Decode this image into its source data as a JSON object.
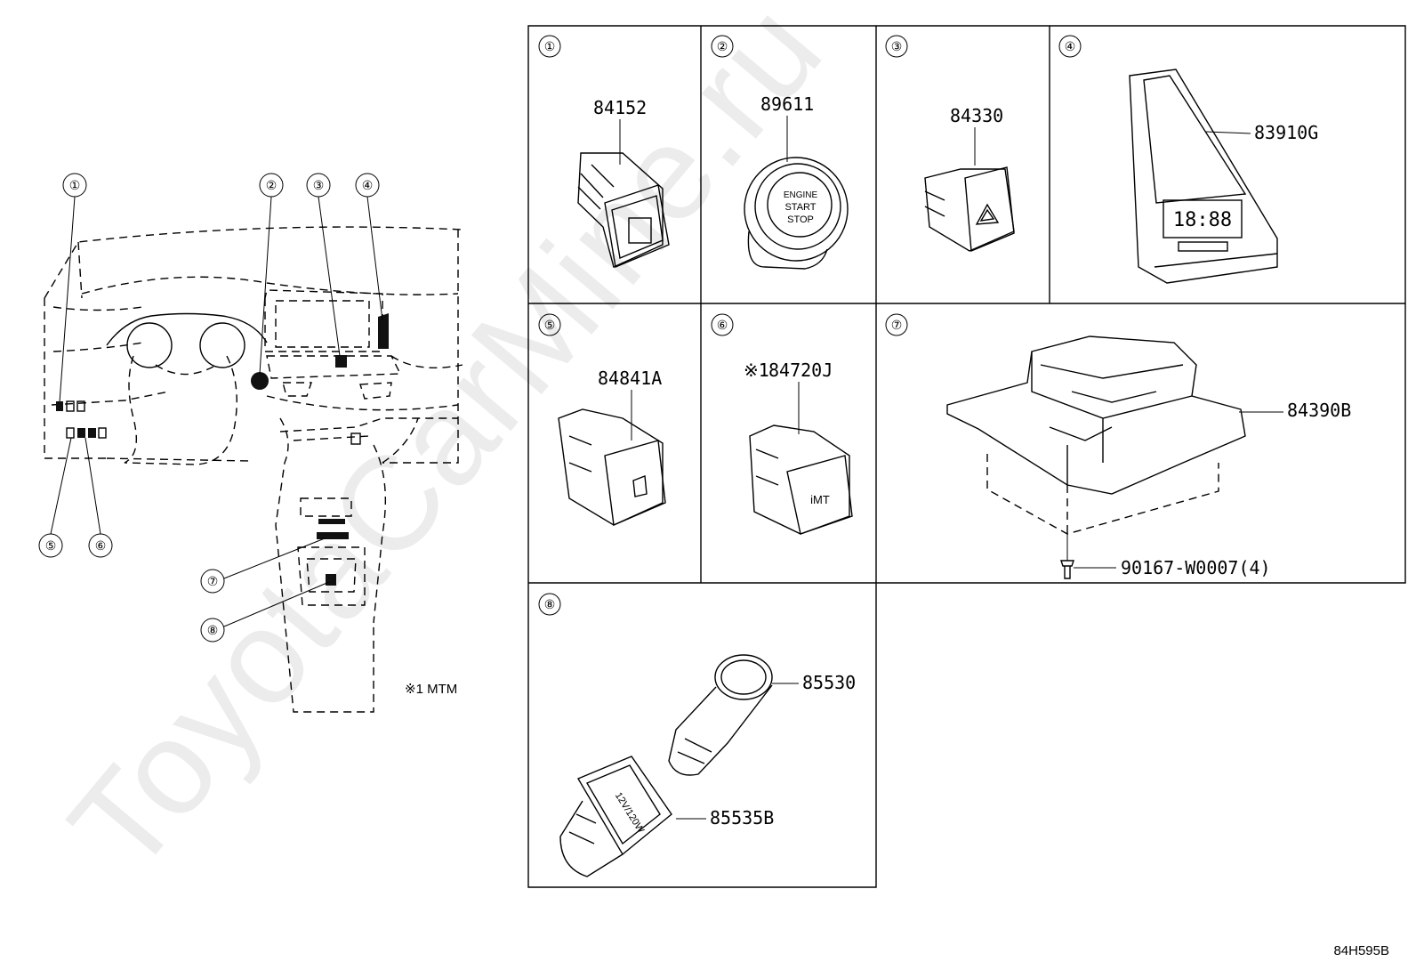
{
  "watermark": "ToyotaCarMine.ru",
  "left_callouts": [
    "①",
    "②",
    "③",
    "④",
    "⑤",
    "⑥",
    "⑦",
    "⑧"
  ],
  "note": "※1 MTM",
  "diagram_code": "84H595B",
  "panels": [
    {
      "num": "①",
      "parts": [
        "84152"
      ]
    },
    {
      "num": "②",
      "parts": [
        "89611"
      ]
    },
    {
      "num": "③",
      "parts": [
        "84330"
      ]
    },
    {
      "num": "④",
      "parts": [
        "83910G"
      ]
    },
    {
      "num": "⑤",
      "parts": [
        "84841A"
      ]
    },
    {
      "num": "⑥",
      "prefix": "※1",
      "parts": [
        "84720J"
      ]
    },
    {
      "num": "⑦",
      "parts": [
        "84390B",
        "90167-W0007(4)"
      ]
    },
    {
      "num": "⑧",
      "parts": [
        "85530",
        "85535B"
      ]
    }
  ],
  "button_texts": {
    "start_stop": [
      "ENGINE",
      "START",
      "STOP"
    ],
    "clock": "18:88",
    "imt": "iMT",
    "socket": "12V/120W"
  }
}
